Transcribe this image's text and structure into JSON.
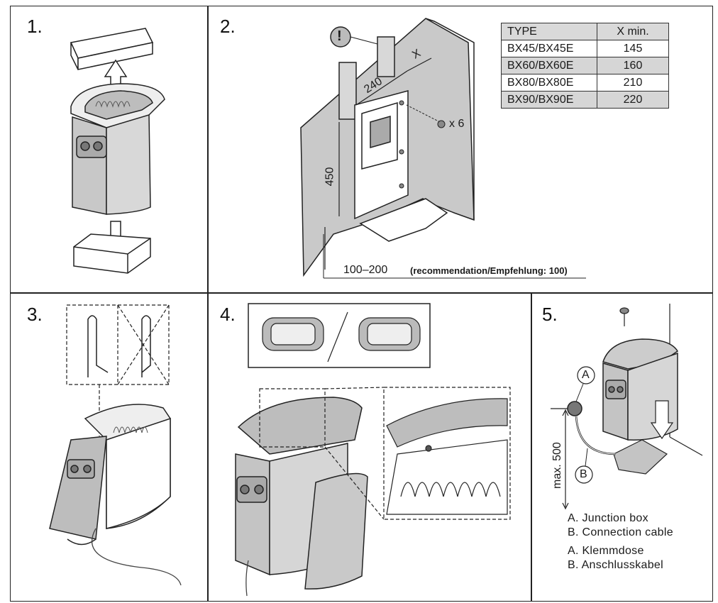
{
  "panels": {
    "p1": {
      "number": "1."
    },
    "p2": {
      "number": "2."
    },
    "p3": {
      "number": "3."
    },
    "p4": {
      "number": "4."
    },
    "p5": {
      "number": "5."
    }
  },
  "step2": {
    "dim_x": "X",
    "dim_240": "240",
    "dim_450": "450",
    "screws": "x 6",
    "range": "100–200",
    "recommendation": "(recommendation/Empfehlung: 100)",
    "warning_symbol": "!"
  },
  "table": {
    "headers": [
      "TYPE",
      "X min."
    ],
    "rows": [
      {
        "type": "BX45/BX45E",
        "x": "145"
      },
      {
        "type": "BX60/BX60E",
        "x": "160"
      },
      {
        "type": "BX80/BX80E",
        "x": "210"
      },
      {
        "type": "BX90/BX90E",
        "x": "220"
      }
    ]
  },
  "step5": {
    "label_a": "A",
    "label_b": "B",
    "max": "max. 500",
    "legend": [
      "A. Junction box",
      "B. Connection cable",
      "A. Klemmdose",
      "B. Anschlusskabel"
    ]
  }
}
